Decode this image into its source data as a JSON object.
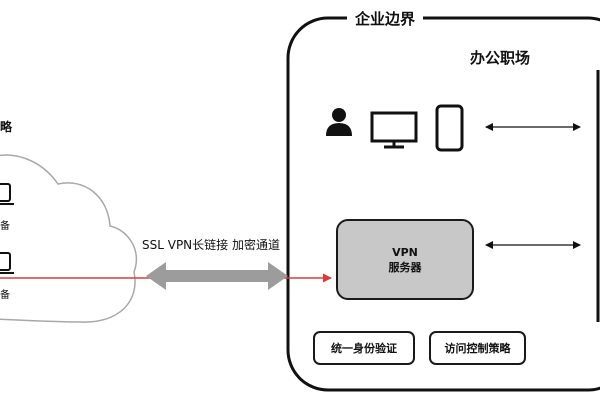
{
  "boundary": {
    "title": "企业边界"
  },
  "office": {
    "title": "办公职场"
  },
  "vpn_server": {
    "line1": "VPN",
    "line2": "服务器"
  },
  "tunnel": {
    "label": "SSL VPN长链接 加密通道"
  },
  "auth": {
    "unified_identity": "统一身份验证",
    "access_policy": "访问控制策略"
  },
  "remote": {
    "title_fragment": "略",
    "device_label_1": "备",
    "device_label_2": "备"
  },
  "colors": {
    "connection_line": "#e03b3b",
    "tunnel_arrow": "#9c9c9c",
    "vpn_fill": "#c8c8c8"
  },
  "icons": [
    "person-icon",
    "monitor-icon",
    "mobile-phone-icon",
    "laptop-icon"
  ]
}
